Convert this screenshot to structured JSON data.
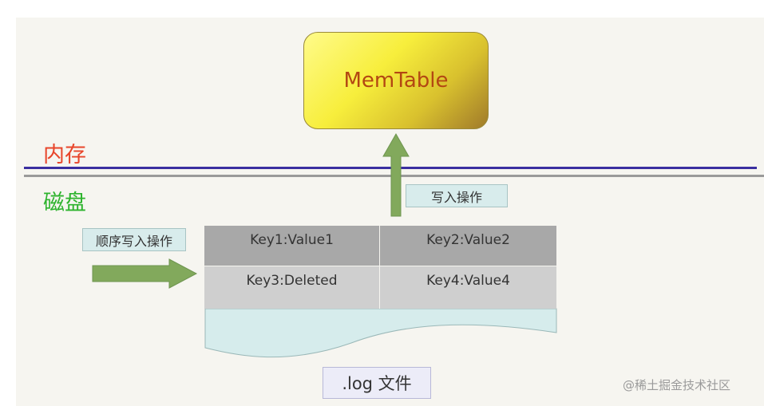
{
  "memtable": {
    "label": "MemTable"
  },
  "zones": {
    "memory": "内存",
    "disk": "磁盘"
  },
  "tags": {
    "write_op": "写入操作",
    "sequential_write": "顺序写入操作"
  },
  "log_table": {
    "rows": [
      [
        "Key1:Value1",
        "Key2:Value2"
      ],
      [
        "Key3:Deleted",
        "Key4:Value4"
      ]
    ]
  },
  "log_file": {
    "label": ".log 文件"
  },
  "watermark": "@稀土掘金技术社区",
  "colors": {
    "arrow": "#82a95c",
    "memtable_text": "#b34712",
    "memory_label": "#e8452a",
    "disk_label": "#2db32d",
    "divider_memory": "#3a2fa0",
    "divider_disk": "#9a9a9a",
    "log_wave": "#d6ecec"
  }
}
